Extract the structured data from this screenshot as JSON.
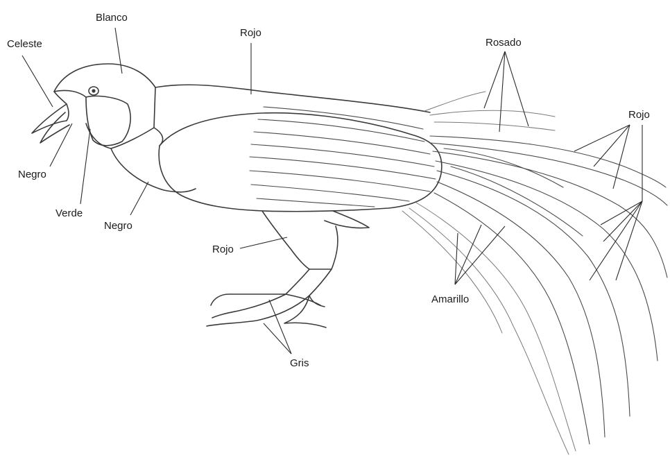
{
  "labels": {
    "celeste": "Celeste",
    "blanco": "Blanco",
    "rojo_back": "Rojo",
    "rosado": "Rosado",
    "rojo_tail": "Rojo",
    "negro_beak": "Negro",
    "verde": "Verde",
    "negro_breast": "Negro",
    "rojo_leg": "Rojo",
    "amarillo": "Amarillo",
    "gris": "Gris"
  }
}
